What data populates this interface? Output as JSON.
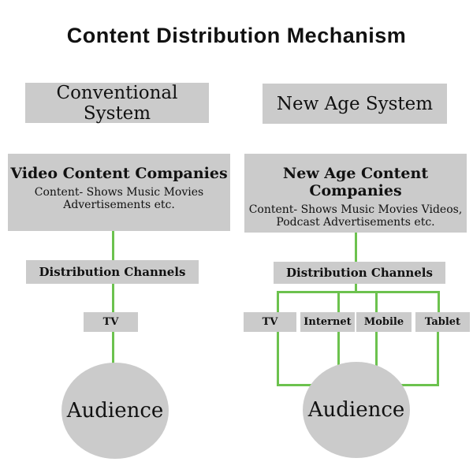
{
  "page": {
    "title": "Content Distribution Mechanism"
  },
  "colors": {
    "box_fill": "#cbcbcb",
    "connector_green": "#6cc24e",
    "text": "#111111",
    "background": "#ffffff"
  },
  "left_column": {
    "header": "Conventional System",
    "company": {
      "title": "Video Content Companies",
      "subtitle_lines": [
        "Content- Shows Music Movies",
        "Advertisements etc."
      ]
    },
    "channels_label": "Distribution Channels",
    "devices": [
      "TV"
    ],
    "audience_label": "Audience"
  },
  "right_column": {
    "header": "New Age System",
    "company": {
      "title": "New Age Content Companies",
      "subtitle_lines": [
        "Content- Shows Music Movies Videos,",
        "Podcast Advertisements etc."
      ]
    },
    "channels_label": "Distribution Channels",
    "devices": [
      "TV",
      "Internet",
      "Mobile",
      "Tablet"
    ],
    "audience_label": "Audience"
  }
}
